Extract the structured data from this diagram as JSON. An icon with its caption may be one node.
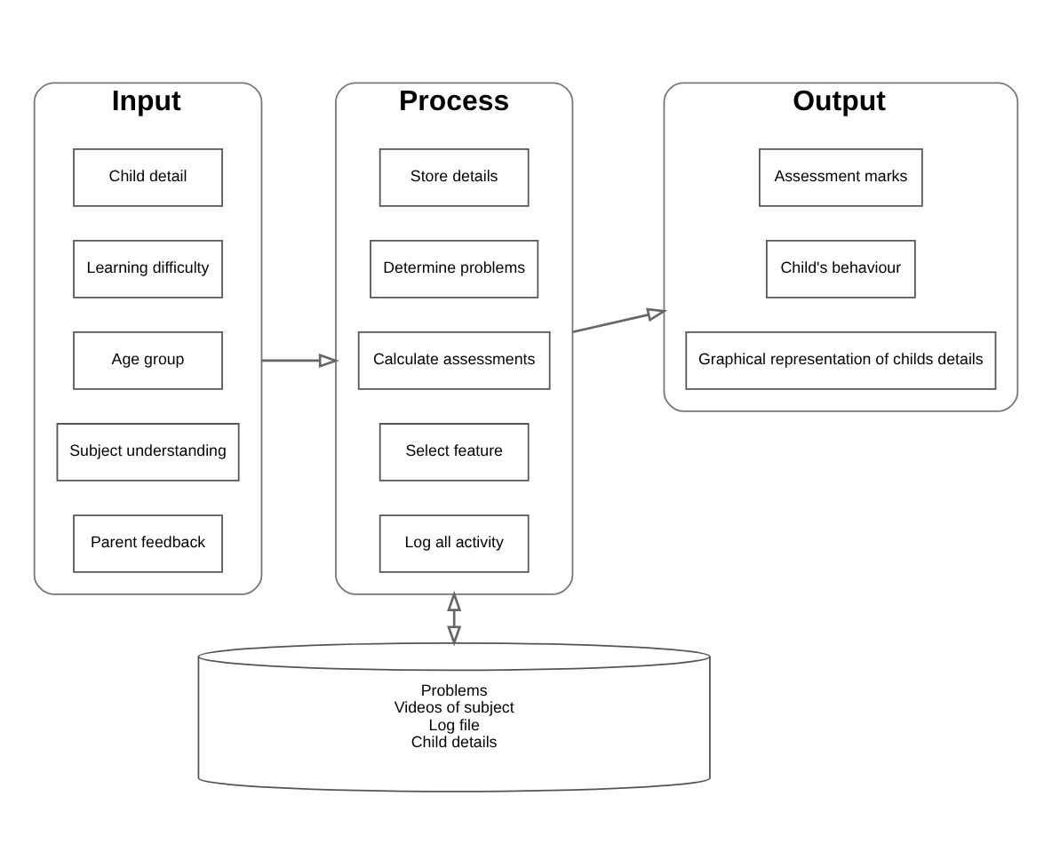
{
  "diagram": {
    "nodes": [
      {
        "text": [
          "Input"
        ]
      },
      {
        "text": [
          "Child detail"
        ],
        "in": 0
      },
      {
        "text": [
          "Learning difficulty"
        ],
        "in": 0
      },
      {
        "text": [
          "Age group"
        ],
        "in": 0
      },
      {
        "text": [
          "Subject understanding"
        ],
        "in": 0
      },
      {
        "text": [
          "Parent feedback"
        ],
        "in": 0
      },
      {
        "text": [
          "Process"
        ]
      },
      {
        "text": [
          "Store details"
        ],
        "in": 6
      },
      {
        "text": [
          "Determine problems"
        ],
        "in": 6
      },
      {
        "text": [
          "Calculate assessments"
        ],
        "in": 6
      },
      {
        "text": [
          "Select feature"
        ],
        "in": 6
      },
      {
        "text": [
          "Log all activity"
        ],
        "in": 6
      },
      {
        "text": [
          "Output"
        ]
      },
      {
        "text": [
          "Assessment marks"
        ],
        "in": 12
      },
      {
        "text": [
          "Child's behaviour"
        ],
        "in": 12
      },
      {
        "text": [
          "Graphical representation of childs details"
        ],
        "in": 12
      },
      {
        "text": [
          "Problems",
          "Videos of subject",
          "Log file",
          "Child details"
        ]
      }
    ],
    "edges": [
      {
        "from": 0,
        "to": 6,
        "arrow": "to"
      },
      {
        "from": 6,
        "to": 12,
        "arrow": "to"
      },
      {
        "from": 6,
        "to": 16,
        "arrow": "both"
      }
    ]
  }
}
